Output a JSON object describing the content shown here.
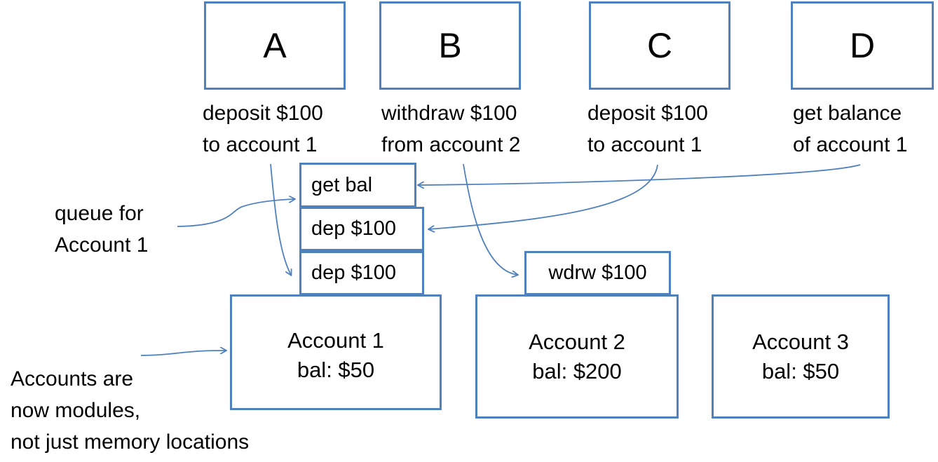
{
  "threads": [
    {
      "name": "A",
      "line1": "deposit $100",
      "line2": "to account 1"
    },
    {
      "name": "B",
      "line1": "withdraw $100",
      "line2": "from account 2"
    },
    {
      "name": "C",
      "line1": "deposit $100",
      "line2": "to account 1"
    },
    {
      "name": "D",
      "line1": "get balance",
      "line2": "of account 1"
    }
  ],
  "queue_account1": [
    "get bal",
    "dep $100",
    "dep $100"
  ],
  "queue_account2": [
    "wdrw $100"
  ],
  "accounts": [
    {
      "name": "Account 1",
      "balance": "bal: $50"
    },
    {
      "name": "Account 2",
      "balance": "bal: $200"
    },
    {
      "name": "Account 3",
      "balance": "bal: $50"
    }
  ],
  "annotations": {
    "queue_label_line1": "queue for",
    "queue_label_line2": "Account 1",
    "modules_note_line1": "Accounts are",
    "modules_note_line2": "now modules,",
    "modules_note_line3": "not just memory locations"
  },
  "colors": {
    "box_border": "#4f81bd",
    "arrow": "#4f81bd",
    "text": "#000000"
  }
}
